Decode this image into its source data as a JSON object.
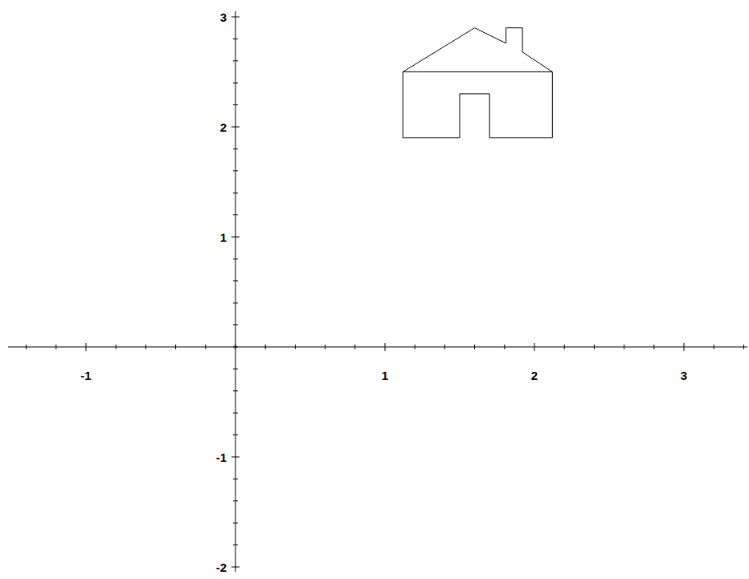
{
  "diagram": {
    "labels": [
      "-1",
      "1",
      "2",
      "3",
      "3",
      "2",
      "1",
      "-1",
      "-2"
    ]
  }
}
